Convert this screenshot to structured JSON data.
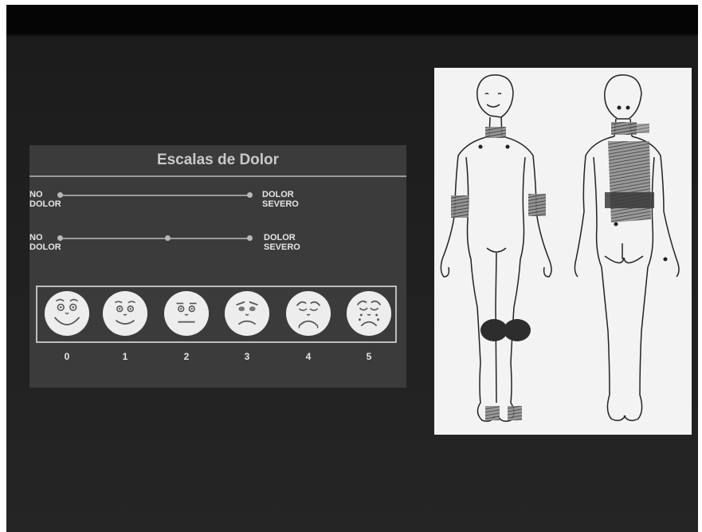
{
  "scale_panel": {
    "title": "Escalas de Dolor",
    "line1": {
      "left_label": [
        "NO",
        "DOLOR"
      ],
      "right_label": [
        "DOLOR",
        "SEVERO"
      ]
    },
    "line2": {
      "left_label": [
        "NO",
        "DOLOR"
      ],
      "right_label": [
        "DOLOR",
        "SEVERO"
      ]
    },
    "faces": [
      {
        "score": "0",
        "icon": "happy-face-icon"
      },
      {
        "score": "1",
        "icon": "content-face-icon"
      },
      {
        "score": "2",
        "icon": "neutral-face-icon"
      },
      {
        "score": "3",
        "icon": "sad-face-icon"
      },
      {
        "score": "4",
        "icon": "very-sad-face-icon"
      },
      {
        "score": "5",
        "icon": "crying-face-icon"
      }
    ]
  },
  "body_diagram": {
    "views": [
      "front",
      "back"
    ],
    "shaded_regions": [
      "neck",
      "both-arms",
      "both-knees",
      "feet",
      "upper-back",
      "lower-back"
    ]
  }
}
